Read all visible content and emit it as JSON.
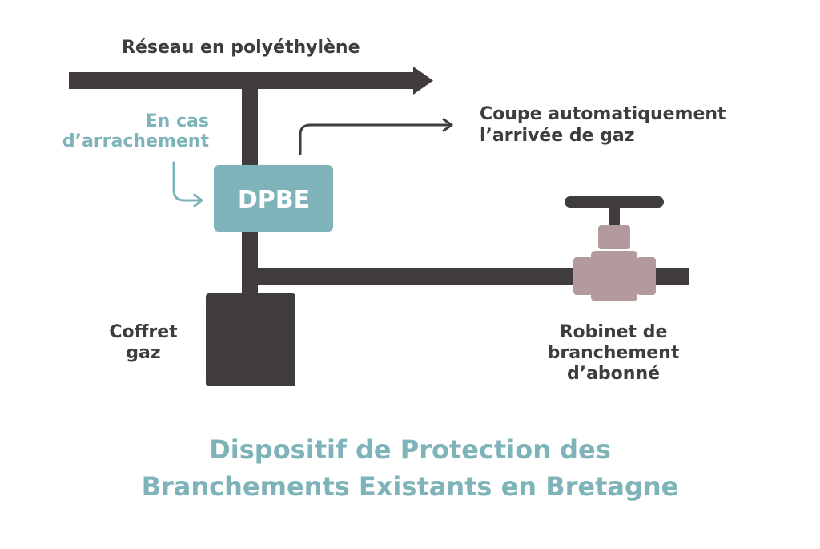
{
  "labels": {
    "network": "Réseau en polyéthylène",
    "tear_line1": "En cas",
    "tear_line2": "d’arrachement",
    "device": "DPBE",
    "cutoff_line1": "Coupe automatiquement",
    "cutoff_line2": "l’arrivée de gaz",
    "box_line1": "Coffret",
    "box_line2": "gaz",
    "valve_line1": "Robinet de",
    "valve_line2": "branchement",
    "valve_line3": "d’abonné"
  },
  "caption": {
    "line1": "Dispositif de Protection des",
    "line2": "Branchements Existants en Bretagne"
  },
  "colors": {
    "pipe": "#3f3b3e",
    "accent": "#7fb3ba",
    "valve": "#b39a9c",
    "text": "#3f3b3e",
    "background": "#ffffff"
  },
  "icons": [
    "arrow-right-icon",
    "curved-arrow-icon",
    "valve-icon"
  ]
}
